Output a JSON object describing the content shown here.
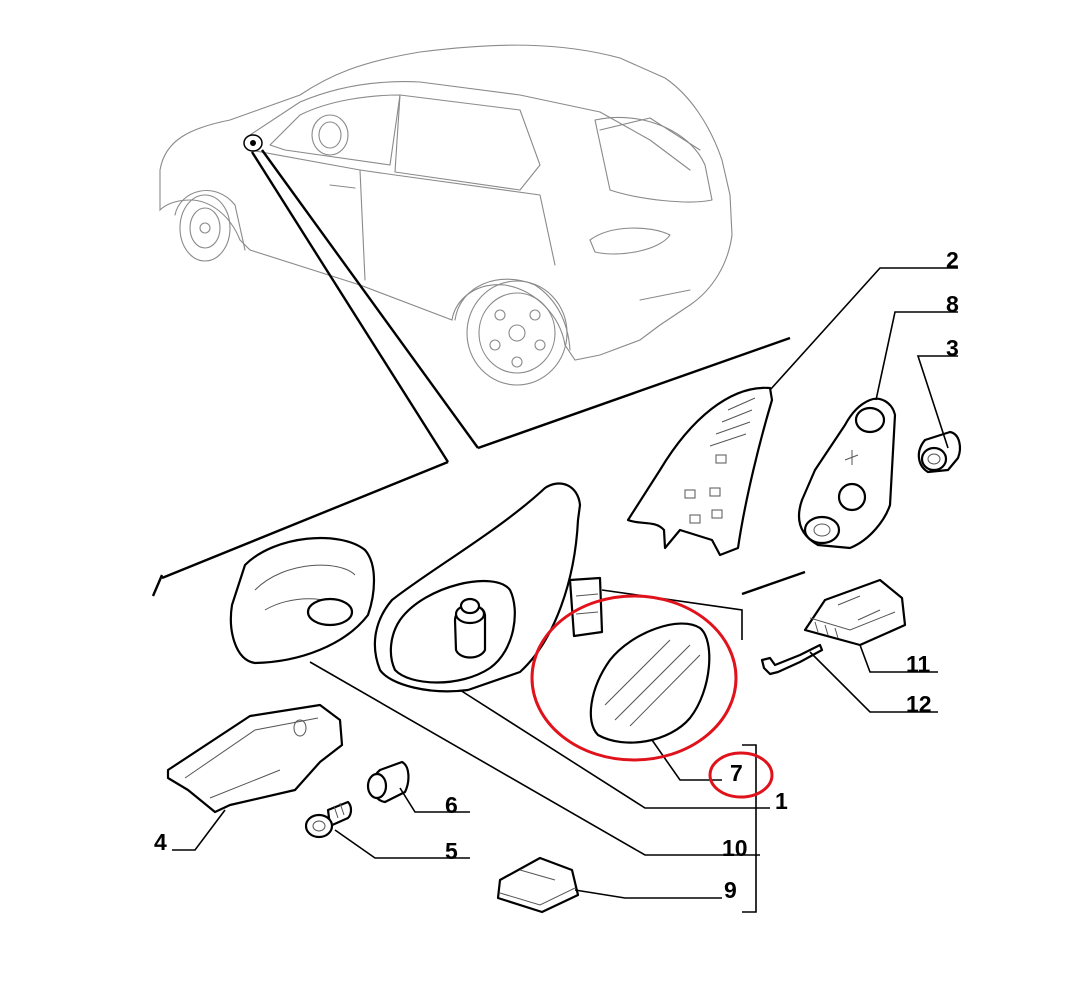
{
  "diagram": {
    "callouts": [
      {
        "id": "2",
        "label": "2"
      },
      {
        "id": "8",
        "label": "8"
      },
      {
        "id": "3",
        "label": "3"
      },
      {
        "id": "11",
        "label": "11"
      },
      {
        "id": "12",
        "label": "12"
      },
      {
        "id": "7",
        "label": "7"
      },
      {
        "id": "1",
        "label": "1"
      },
      {
        "id": "6",
        "label": "6"
      },
      {
        "id": "4",
        "label": "4"
      },
      {
        "id": "5",
        "label": "5"
      },
      {
        "id": "10",
        "label": "10"
      },
      {
        "id": "9",
        "label": "9"
      }
    ],
    "highlight_color": "#e0121b",
    "line_color": "#000000",
    "car_line_color": "#8a8a8a"
  }
}
